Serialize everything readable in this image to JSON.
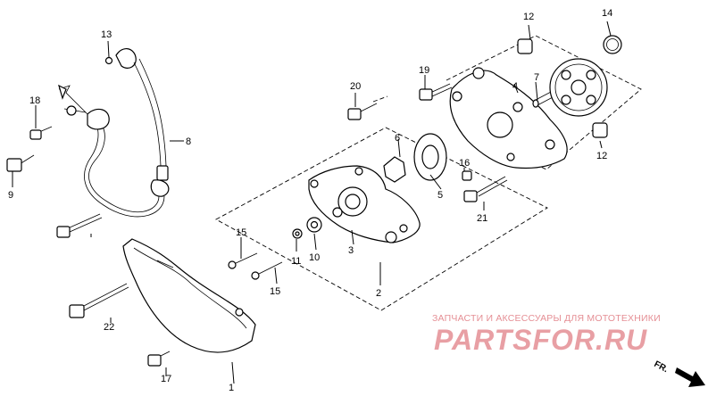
{
  "diagram": {
    "callouts": [
      {
        "id": "c1",
        "text": "1"
      },
      {
        "id": "c2",
        "text": "2"
      },
      {
        "id": "c3",
        "text": "3"
      },
      {
        "id": "c4",
        "text": "4"
      },
      {
        "id": "c5",
        "text": "5"
      },
      {
        "id": "c6",
        "text": "6"
      },
      {
        "id": "c7",
        "text": "7"
      },
      {
        "id": "c8",
        "text": "8"
      },
      {
        "id": "c9",
        "text": "9"
      },
      {
        "id": "c10",
        "text": "10"
      },
      {
        "id": "c11",
        "text": "11"
      },
      {
        "id": "c12a",
        "text": "12"
      },
      {
        "id": "c12b",
        "text": "12"
      },
      {
        "id": "c13",
        "text": "13"
      },
      {
        "id": "c14",
        "text": "14"
      },
      {
        "id": "c15a",
        "text": "15"
      },
      {
        "id": "c15b",
        "text": "15"
      },
      {
        "id": "c16",
        "text": "16"
      },
      {
        "id": "c17",
        "text": "17"
      },
      {
        "id": "c18",
        "text": "18"
      },
      {
        "id": "c19",
        "text": "19"
      },
      {
        "id": "c20",
        "text": "20"
      },
      {
        "id": "c21",
        "text": "21"
      },
      {
        "id": "c22",
        "text": "22"
      }
    ],
    "front_marker": "FR.",
    "colors": {
      "line": "#000000",
      "watermark": "#e58f95"
    }
  },
  "watermark": {
    "tagline": "ЗАПЧАСТИ И АКСЕССУАРЫ ДЛЯ МОТОТЕХНИКИ",
    "logo_text": "PARTSFOR.RU"
  }
}
